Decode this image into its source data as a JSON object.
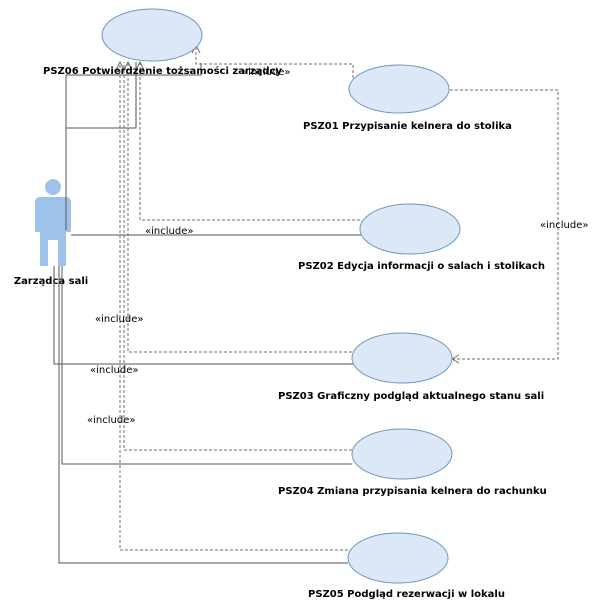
{
  "actor": {
    "name": "Zarządca sali"
  },
  "use_cases": {
    "psz06": "PSZ06 Potwierdzenie tożsamości zarządcy",
    "psz01": "PSZ01 Przypisanie kelnera do stolika",
    "psz02": "PSZ02 Edycja informacji o salach i stolikach",
    "psz03": "PSZ03 Graficzny podgląd aktualnego stanu sali",
    "psz04": "PSZ04 Zmiana przypisania kelnera do rachunku",
    "psz05": "PSZ05 Podgląd rezerwacji w lokalu"
  },
  "relations": {
    "include_label": "«include»",
    "include_psz01_psz06": "«include»",
    "include_psz02_psz06": "«include»",
    "include_psz01_psz03": "«include»",
    "include_psz03_psz06": "«include»",
    "include_psz04_psz06": "«include»",
    "include_psz05_psz06": "«include»"
  },
  "colors": {
    "use_case_fill": "#dde8f6",
    "use_case_stroke": "#6b96c4",
    "actor_fill": "#9dc3ea",
    "association_line": "#555555",
    "dependency_line": "#6e6e6e"
  }
}
